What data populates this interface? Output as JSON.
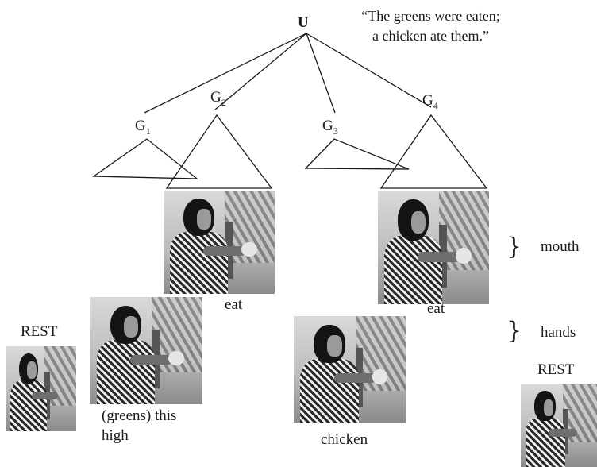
{
  "diagram": {
    "root_label": "U",
    "quote_line1": "“The greens were eaten;",
    "quote_line2": "a chicken ate them.”",
    "nodes": [
      {
        "letter": "G",
        "sub": "1"
      },
      {
        "letter": "G",
        "sub": "2"
      },
      {
        "letter": "G",
        "sub": "3"
      },
      {
        "letter": "G",
        "sub": "4"
      }
    ],
    "tier_labels": {
      "mouth": "mouth",
      "hands": "hands"
    },
    "brace_glyph": "}",
    "photos": [
      {
        "caption": "eat"
      },
      {
        "caption": "eat"
      },
      {
        "caption": "REST"
      },
      {
        "caption_line1": "(greens) this",
        "caption_line2": "high"
      },
      {
        "caption": "chicken"
      },
      {
        "caption": "REST"
      }
    ]
  }
}
